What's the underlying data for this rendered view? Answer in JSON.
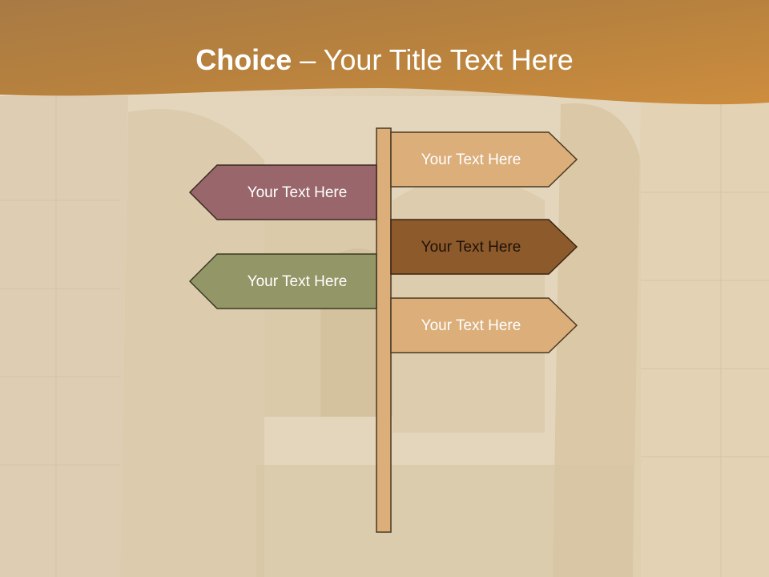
{
  "slide": {
    "title_bold": "Choice",
    "title_rest": " – Your Title Text Here"
  },
  "signs": [
    {
      "label": "Your Text Here",
      "direction": "right",
      "color": "#dbae7a"
    },
    {
      "label": "Your Text Here",
      "direction": "left",
      "color": "#98666b"
    },
    {
      "label": "Your Text Here",
      "direction": "right",
      "color": "#8d5a2c"
    },
    {
      "label": "Your Text Here",
      "direction": "left",
      "color": "#939666"
    },
    {
      "label": "Your Text Here",
      "direction": "right",
      "color": "#dbae7a"
    }
  ],
  "colors": {
    "banner_top": "#93642c",
    "banner_bottom": "#cf9650",
    "post": "#dbae7a",
    "outline": "#4a3a22"
  }
}
